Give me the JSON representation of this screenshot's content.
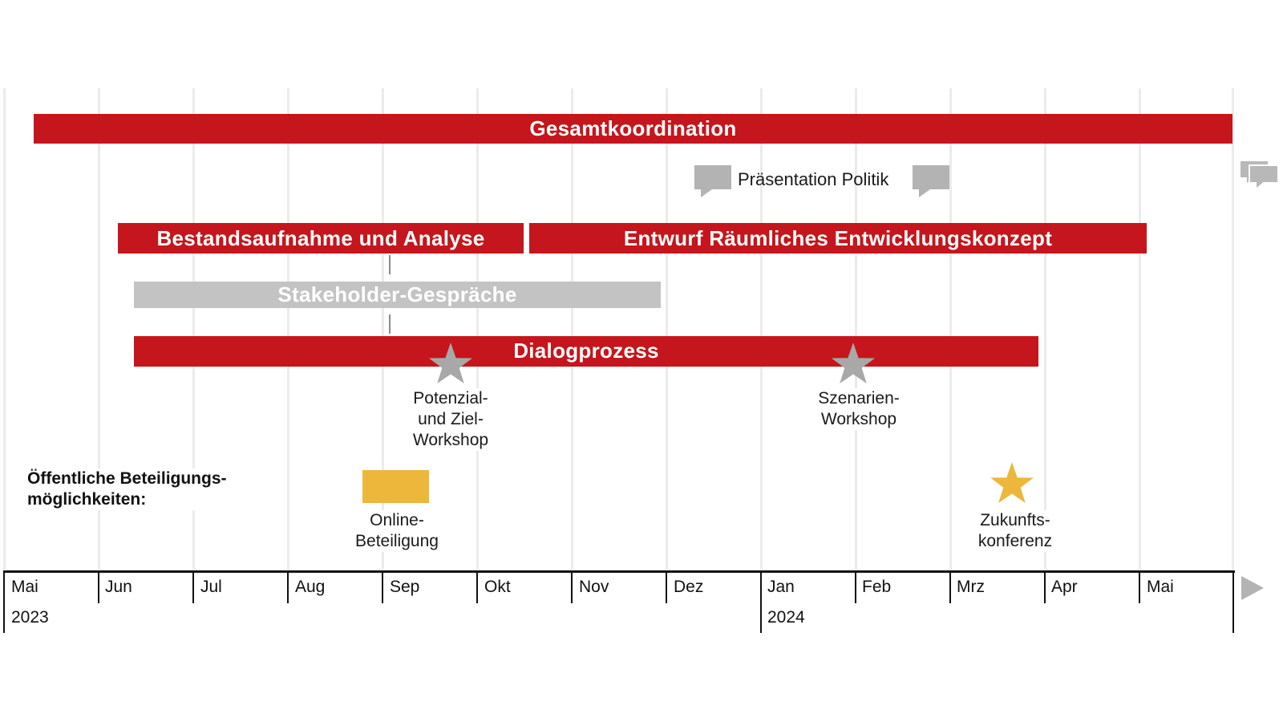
{
  "colors": {
    "red": "#c4161c",
    "grey": "#c3c3c3",
    "yellow": "#ecb73b",
    "dark": "#111111"
  },
  "bars": {
    "gesamtkoordination": "Gesamtkoordination",
    "bestandsaufnahme": "Bestandsaufnahme und Analyse",
    "entwurf": "Entwurf Räumliches Entwicklungskonzept",
    "stakeholder": "Stakeholder-Gespräche",
    "dialogprozess": "Dialogprozess"
  },
  "presentation": {
    "label": "Präsentation Politik",
    "icon": "speech-bubble-icon"
  },
  "milestones": {
    "potenzial": {
      "line1": "Potenzial-",
      "line2": "und Ziel-",
      "line3": "Workshop",
      "icon": "star-icon"
    },
    "szenarien": {
      "line1": "Szenarien-",
      "line2": "Workshop",
      "icon": "star-icon"
    },
    "online": {
      "line1": "Online-",
      "line2": "Beteiligung"
    },
    "zukunft": {
      "line1": "Zukunfts-",
      "line2": "konferenz",
      "icon": "star-icon"
    }
  },
  "public_title": {
    "line1": "Öffentliche Beteiligungs-",
    "line2": "möglichkeiten:"
  },
  "axis": {
    "months": [
      "Mai",
      "Jun",
      "Jul",
      "Aug",
      "Sep",
      "Okt",
      "Nov",
      "Dez",
      "Jan",
      "Feb",
      "Mrz",
      "Apr",
      "Mai"
    ],
    "years": [
      "2023",
      "2024"
    ],
    "arrow_icon": "arrow-right-icon"
  }
}
